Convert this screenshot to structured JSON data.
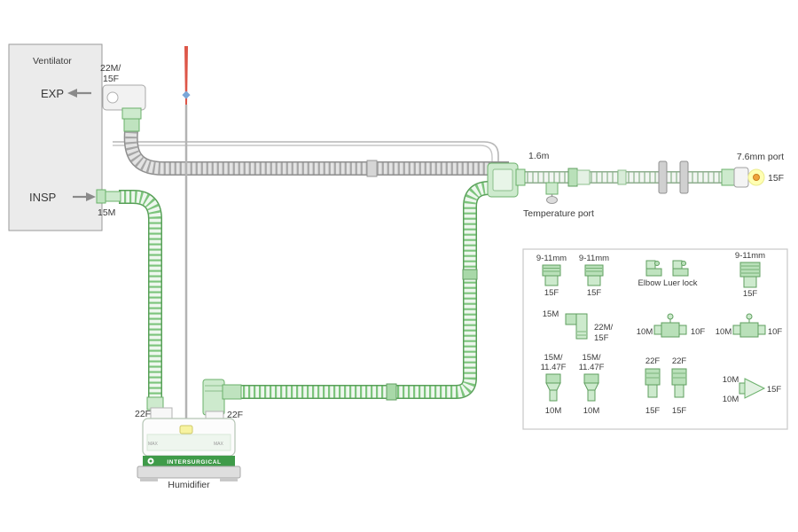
{
  "diagram": {
    "ventilator": {
      "title": "Ventilator",
      "exp_label": "EXP",
      "insp_label": "INSP"
    },
    "exp_connector_label": [
      "22M/",
      "15F"
    ],
    "insp_connector_label": "15M",
    "limb_length_label": "1.6m",
    "patient_port_label": "7.6mm port",
    "patient_connector_label": "15F",
    "temperature_port_label": "Temperature port",
    "humidifier_inlet_label": "22F",
    "humidifier_outlet_label": "22F",
    "humidifier_label": "Humidifier",
    "brand": "INTERSURGICAL",
    "max_label": "MAX",
    "colors": {
      "green": "#5aa85a",
      "green_light": "#cdeacd",
      "gray_tube": "#9e9e9e",
      "highlight": "#ffffb3"
    }
  },
  "legend": {
    "items": [
      {
        "top": "9-11mm",
        "bottom": "15F"
      },
      {
        "top": "9-11mm",
        "bottom": "15F"
      },
      {
        "label": "Elbow Luer lock"
      },
      {
        "top": "9-11mm",
        "bottom": "15F"
      },
      {
        "left": "15M",
        "right_line1": "22M/",
        "right_line2": "15F"
      },
      {
        "left": "10M",
        "right": "10F"
      },
      {
        "left": "10M",
        "right": "10F"
      },
      {
        "top_line1": "15M/",
        "top_line2": "11.47F",
        "bottom": "10M"
      },
      {
        "top_line1": "15M/",
        "top_line2": "11.47F",
        "bottom": "10M"
      },
      {
        "top1": "22F",
        "top2": "22F",
        "bottom1": "15F",
        "bottom2": "15F"
      },
      {
        "top_left": "10M",
        "bottom_left": "10M",
        "right": "15F"
      }
    ]
  }
}
